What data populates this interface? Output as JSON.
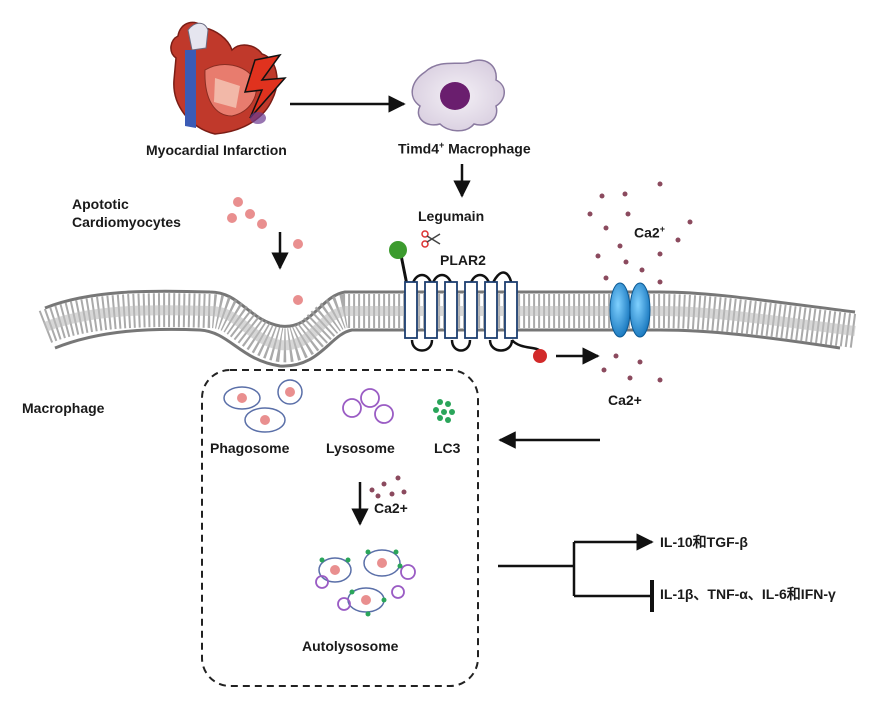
{
  "labels": {
    "myocardial_infarction": "Myocardial Infarction",
    "timd4_macrophage": "Timd4",
    "timd4_sup": "+",
    "timd4_suffix": " Macrophage",
    "legumain": "Legumain",
    "apoptotic_line1": "Apototic",
    "apoptotic_line2": "Cardiomyocytes",
    "plar2": "PLAR2",
    "ca2_top": "Ca2",
    "ca2_top_sup": "+",
    "ca2_right": "Ca2+",
    "macrophage": "Macrophage",
    "phagosome": "Phagosome",
    "lysosome": "Lysosome",
    "lc3": "LC3",
    "ca2_inner": "Ca2+",
    "autolysosome": "Autolysosome",
    "output_up": "IL-10和TGF-β",
    "output_down": "IL-1β、TNF-α、IL-6和IFN-γ"
  },
  "colors": {
    "membrane": "#8a8a8a",
    "channel": "#1e90d6",
    "receptor_box": "#3a7fc0",
    "ca_dot": "#8b4a5e",
    "lc3_dot": "#2aa55a",
    "lysosome": "#9a5cc4",
    "cardiomyocyte": "#e98f8f",
    "arrow": "#111111",
    "legumain_ball": "#3c9b2e",
    "ligand_red": "#d22a2a"
  },
  "icons": [
    "heart-infarction-icon",
    "macrophage-cell-icon",
    "scissors-icon"
  ]
}
